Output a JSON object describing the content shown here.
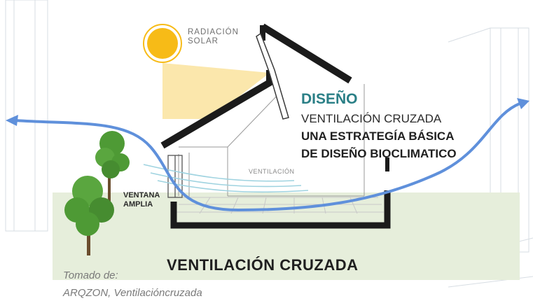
{
  "diagram": {
    "radiation_label": "RADIACIÓN\nSOLAR",
    "title": "DISEÑO",
    "subtitle_line1": "VENTILACIÓN CRUZADA",
    "subtitle_line2": "UNA ESTRATEGÍA BÁSICA",
    "subtitle_line3": "DE DISEÑO BIOCLIMATICO",
    "airflow_label": "VENTILACIÓN",
    "window_label": "VENTANA\nAMPLIA",
    "bottom_title": "VENTILACIÓN CRUZADA"
  },
  "credit": {
    "line1": "Tomado de:",
    "line2": "ARQZON, Ventilacióncruzada"
  },
  "colors": {
    "ground": "#e6eedb",
    "sun": "#f7bb17",
    "sun_ray": "#fbe7ac",
    "house": "#1b1b1b",
    "airflow": "#5f90db",
    "accent_teal": "#2a7f86",
    "tree_green": "#4e9a35"
  }
}
